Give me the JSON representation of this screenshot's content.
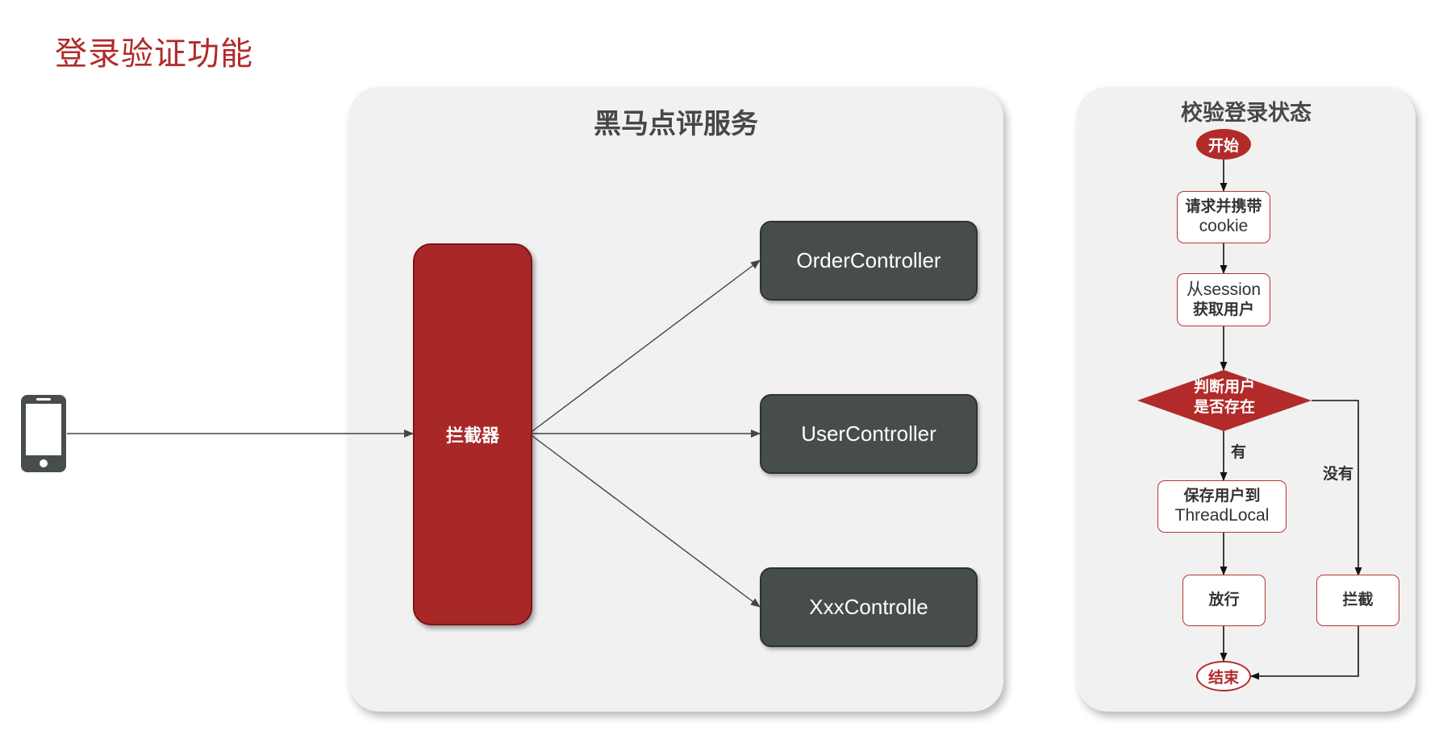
{
  "page_title": "登录验证功能",
  "left_panel": {
    "title": "黑马点评服务",
    "interceptor_label": "拦截器",
    "controllers": [
      "OrderController",
      "UserController",
      "XxxControlle"
    ]
  },
  "client": {
    "icon": "phone-icon"
  },
  "right_panel": {
    "title": "校验登录状态",
    "start": "开始",
    "step1_line1": "请求并携带",
    "step1_line2": "cookie",
    "step2_line1": "从session",
    "step2_line2": "获取用户",
    "decision_line1": "判断用户",
    "decision_line2": "是否存在",
    "yes_label": "有",
    "no_label": "没有",
    "save_line1": "保存用户到",
    "save_line2": "ThreadLocal",
    "pass": "放行",
    "block": "拦截",
    "end": "结束"
  },
  "colors": {
    "title_red": "#b22a2a",
    "interceptor": "#a82828",
    "controller": "#474c4c",
    "panel_bg": "#f1f1f1"
  }
}
